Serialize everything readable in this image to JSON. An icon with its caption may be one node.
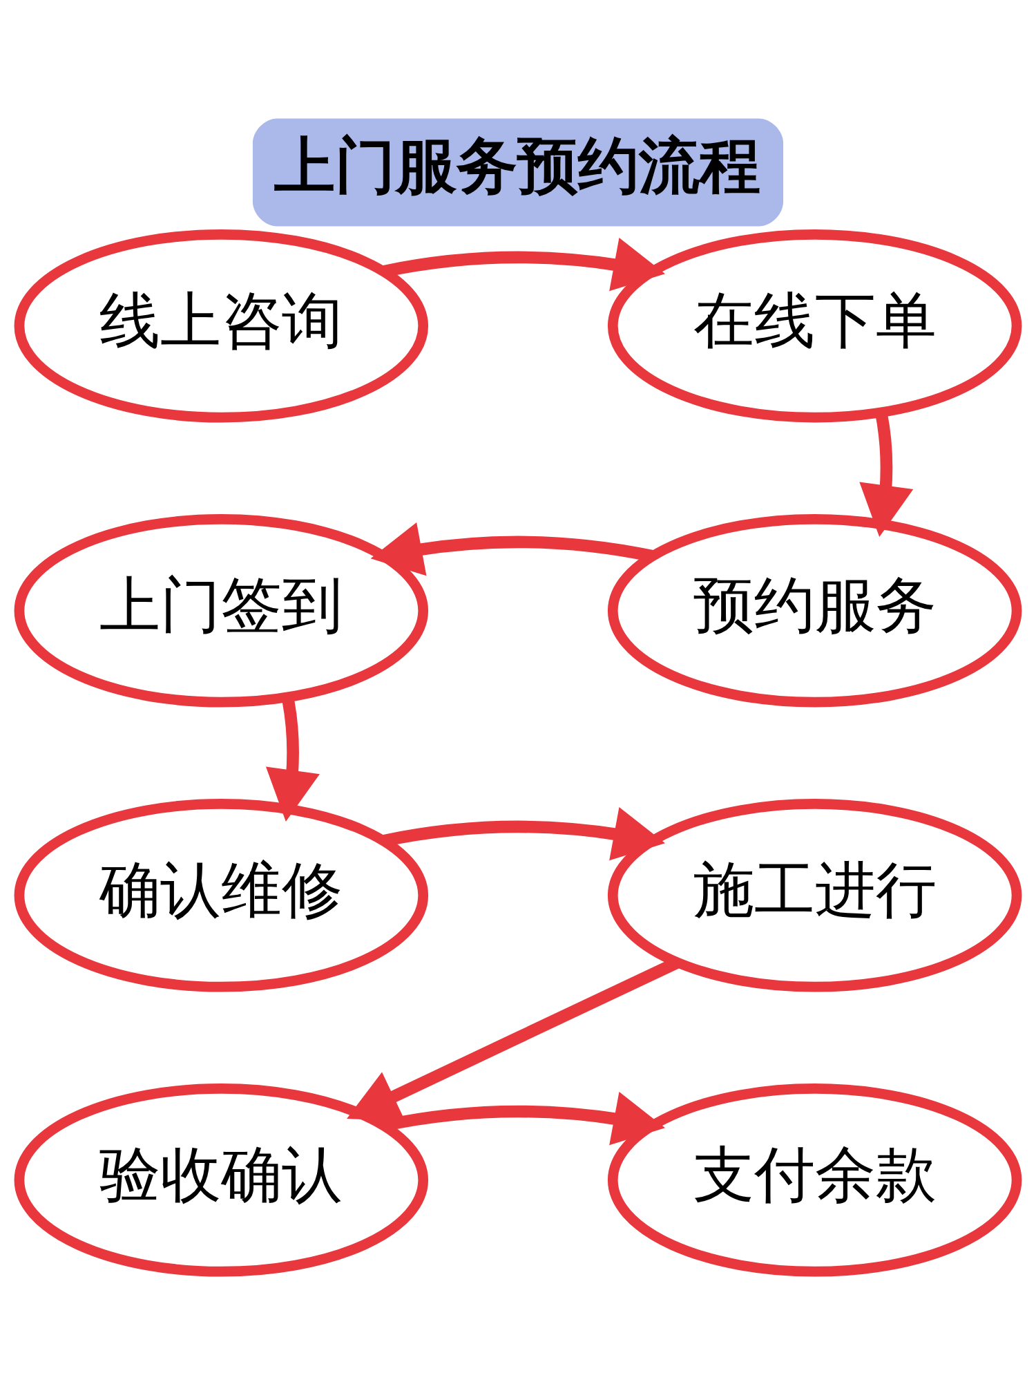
{
  "diagram": {
    "title": "上门服务预约流程",
    "nodes": [
      {
        "text": [
          "线上咨询"
        ]
      },
      {
        "text": [
          "在线下单"
        ]
      },
      {
        "text": [
          "预约服务"
        ]
      },
      {
        "text": [
          "上门签到"
        ]
      },
      {
        "text": [
          "确认维修"
        ]
      },
      {
        "text": [
          "施工进行"
        ]
      },
      {
        "text": [
          "验收确认"
        ]
      },
      {
        "text": [
          "支付余款"
        ]
      }
    ],
    "edges": [
      {
        "from": 0,
        "to": 1,
        "arrow": "to"
      },
      {
        "from": 1,
        "to": 2,
        "arrow": "to"
      },
      {
        "from": 2,
        "to": 3,
        "arrow": "to"
      },
      {
        "from": 3,
        "to": 4,
        "arrow": "to"
      },
      {
        "from": 4,
        "to": 5,
        "arrow": "to"
      },
      {
        "from": 5,
        "to": 6,
        "arrow": "to"
      },
      {
        "from": 6,
        "to": 7,
        "arrow": "to"
      }
    ]
  }
}
